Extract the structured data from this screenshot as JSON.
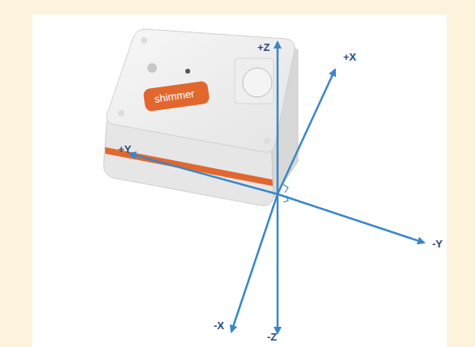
{
  "diagram": {
    "labels": [
      "shimmer",
      "+Z",
      "+X",
      "+Y",
      "-Y",
      "-X",
      "-Z"
    ]
  }
}
